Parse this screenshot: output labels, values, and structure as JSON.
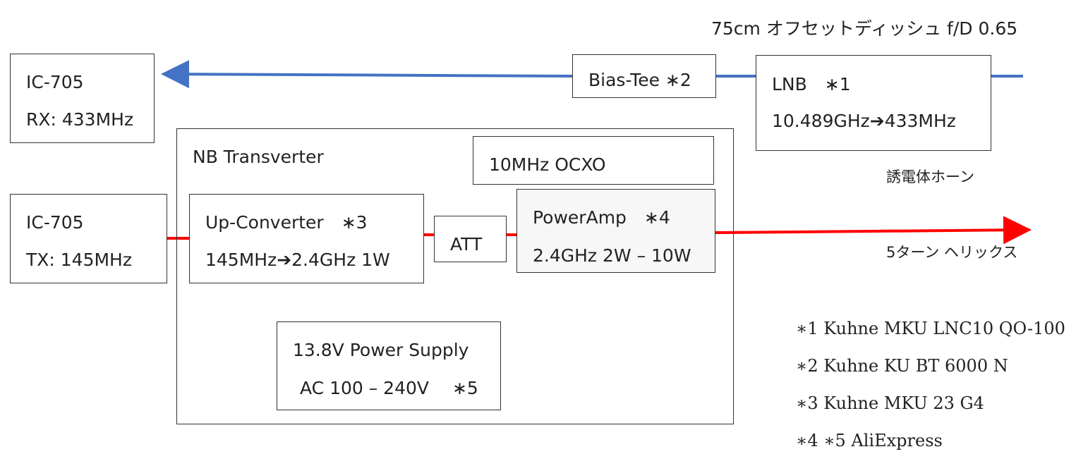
{
  "dish": {
    "label": "75cm オフセットディッシュ f/D 0.65"
  },
  "rx_radio": {
    "name": "IC-705",
    "freq": "RX: 433MHz"
  },
  "tx_radio": {
    "name": "IC-705",
    "freq": "TX: 145MHz"
  },
  "bias_tee": {
    "label": "Bias-Tee ∗2"
  },
  "lnb": {
    "name": "LNB　∗1",
    "conversion": "10.489GHz➔433MHz",
    "horn": "誘電体ホーン"
  },
  "transverter": {
    "title": "NB Transverter"
  },
  "ocxo": {
    "label": "10MHz OCXO"
  },
  "upconverter": {
    "name": "Up-Converter　∗3",
    "spec": "145MHz➔2.4GHz 1W"
  },
  "att": {
    "label": "ATT"
  },
  "poweramp": {
    "name": "PowerAmp　∗4",
    "spec": "2.4GHz 2W – 10W"
  },
  "antenna_tx": {
    "label": "5ターン ヘリックス"
  },
  "power_supply": {
    "name": "13.8V Power Supply",
    "spec": "AC 100 – 240V　 ∗5"
  },
  "notes": [
    "∗1 Kuhne MKU LNC10 QO-100",
    "∗2 Kuhne KU BT 6000 N",
    "∗3 Kuhne MKU 23 G4",
    "∗4 ∗5 AliExpress"
  ],
  "colors": {
    "rx_line": "#4472c4",
    "tx_line": "#ff0000"
  }
}
